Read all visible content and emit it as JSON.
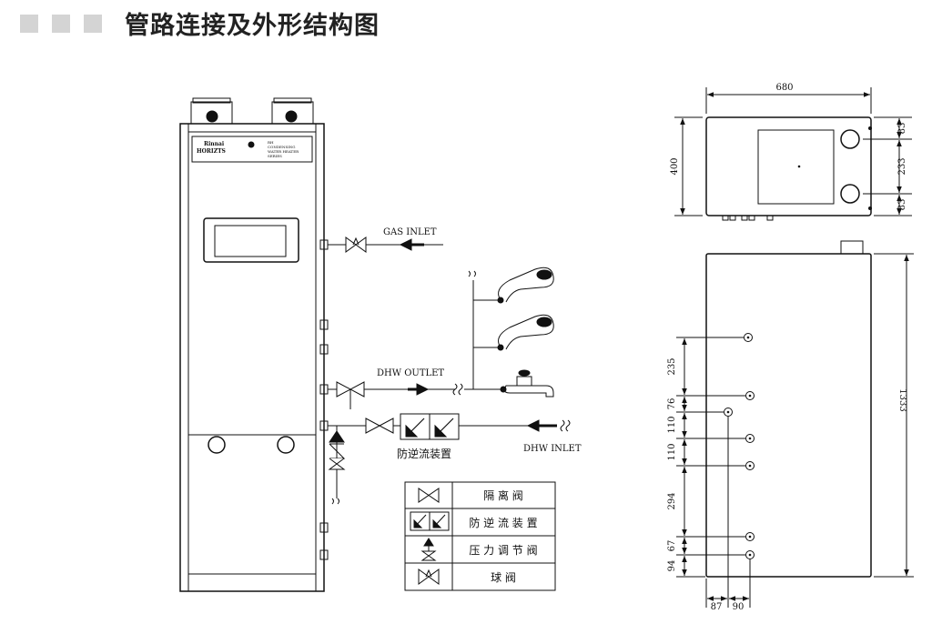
{
  "header": {
    "title": "管路连接及外形结构图"
  },
  "unit": {
    "brand": "Rinnai",
    "model": "HORIZTS",
    "label_lines": [
      "RH",
      "CONDENSING",
      "WATER HEATER",
      "SERIES"
    ]
  },
  "piping": {
    "gas_inlet": "GAS  INLET",
    "dhw_outlet": "DHW  OUTLET",
    "dhw_inlet": "DHW  INLET",
    "backflow_label": "防逆流装置"
  },
  "legend": [
    {
      "symbol": "gate-valve",
      "label": "隔 离 阀"
    },
    {
      "symbol": "backflow-preventer",
      "label": "防 逆 流 装 置"
    },
    {
      "symbol": "pressure-regulator",
      "label": "压 力 调 节 阀"
    },
    {
      "symbol": "ball-valve",
      "label": "球 阀"
    }
  ],
  "top_view": {
    "width": "680",
    "depth": "400",
    "right_dims": [
      "83",
      "233",
      "83"
    ]
  },
  "side_view": {
    "height": "1333",
    "left_dims": [
      "235",
      "76",
      "110",
      "110",
      "294",
      "67",
      "94"
    ],
    "bottom_dims": [
      "87",
      "90"
    ]
  }
}
